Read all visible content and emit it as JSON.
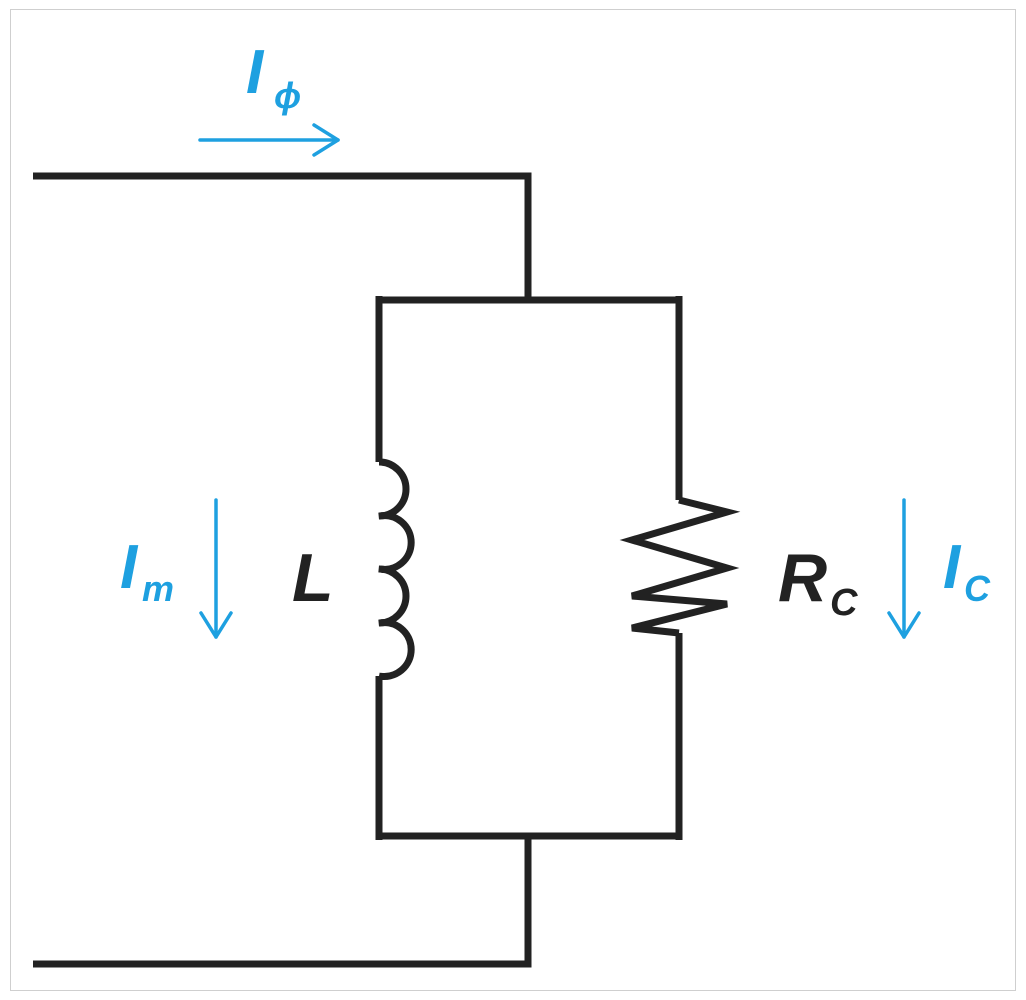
{
  "colors": {
    "wire": "#222222",
    "current": "#1ea0e0",
    "frame_border": "#cfcfcf"
  },
  "labels": {
    "i_phi": {
      "main": "I",
      "sub": "ϕ"
    },
    "i_m": {
      "main": "I",
      "sub": "m"
    },
    "i_c": {
      "main": "I",
      "sub": "C"
    },
    "inductor": {
      "main": "L"
    },
    "resistor": {
      "main": "R",
      "sub": "C"
    }
  }
}
